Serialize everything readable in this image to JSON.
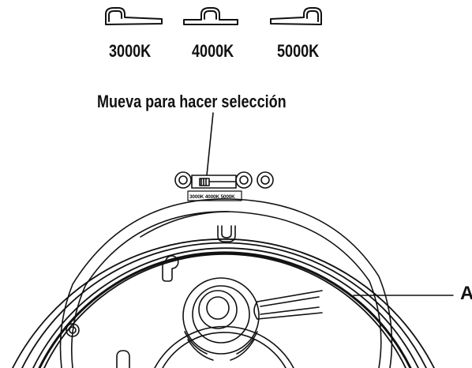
{
  "switch_positions": [
    {
      "label": "3000K",
      "slider": "left"
    },
    {
      "label": "4000K",
      "slider": "center"
    },
    {
      "label": "5000K",
      "slider": "right"
    }
  ],
  "instruction": "Mueva para hacer selección",
  "switch_label": "3000K 4000K 5000K",
  "callout": "A"
}
